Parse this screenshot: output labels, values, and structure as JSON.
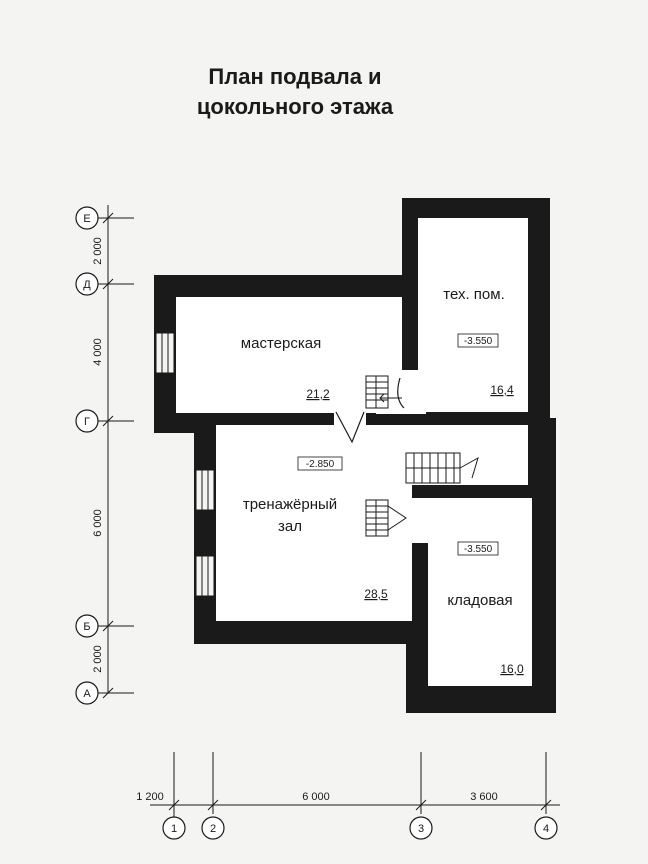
{
  "title": {
    "line1": "План подвала и",
    "line2": "цокольного этажа"
  },
  "rooms": [
    {
      "id": "workshop",
      "name": "мастерская",
      "area": "21,2"
    },
    {
      "id": "tech",
      "name": "тех. пом.",
      "level": "-3.550",
      "area": "16,4"
    },
    {
      "id": "gym",
      "name_line1": "тренажёрный",
      "name_line2": "зал",
      "level": "-2.850",
      "area": "28,5"
    },
    {
      "id": "storage",
      "name": "кладовая",
      "level": "-3.550",
      "area": "16,0"
    }
  ],
  "axes_rows": [
    {
      "label": "Е"
    },
    {
      "label": "Д"
    },
    {
      "label": "Г"
    },
    {
      "label": "Б"
    },
    {
      "label": "А"
    }
  ],
  "row_dimensions": [
    "2 000",
    "4 000",
    "6 000",
    "2 000"
  ],
  "axes_cols": [
    {
      "label": "1"
    },
    {
      "label": "2"
    },
    {
      "label": "3"
    },
    {
      "label": "4"
    }
  ],
  "col_dimensions": [
    "1 200",
    "6 000",
    "3 600"
  ],
  "colors": {
    "wall": "#1a1a1a",
    "background": "#f4f4f2",
    "floor": "#ffffff"
  }
}
